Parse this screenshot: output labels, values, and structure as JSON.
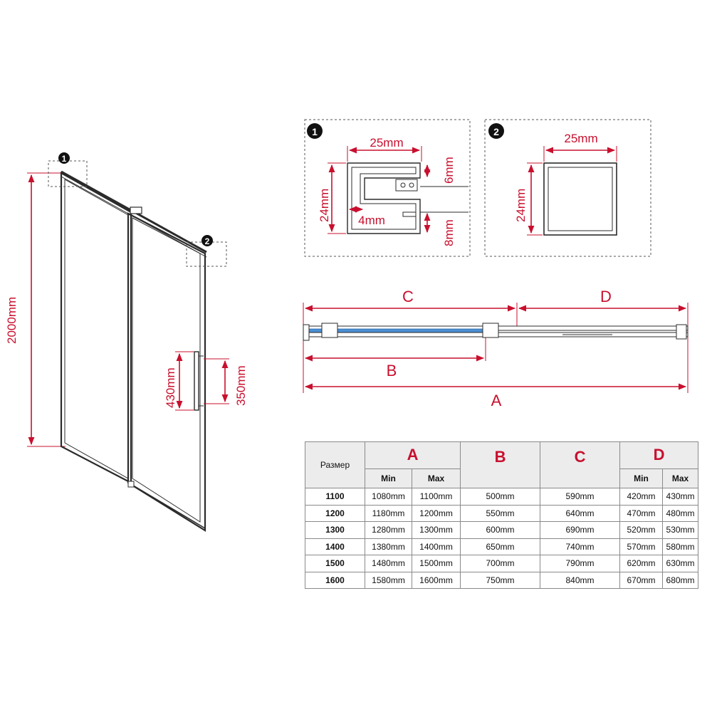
{
  "elevation": {
    "height_label": "2000mm",
    "handle_label": "430mm",
    "handle_spacing_label": "350mm",
    "callout_1": "1",
    "callout_2": "2"
  },
  "profile_1": {
    "badge": "1",
    "width_label": "25mm",
    "height_label": "24mm",
    "slot_label": "4mm",
    "top_gap_label": "6mm",
    "bottom_gap_label": "8mm"
  },
  "profile_2": {
    "badge": "2",
    "width_label": "25mm",
    "height_label": "24mm"
  },
  "plan": {
    "label_a": "A",
    "label_b": "B",
    "label_c": "C",
    "label_d": "D"
  },
  "table": {
    "size_header": "Размер",
    "col_a": "A",
    "col_b": "B",
    "col_c": "C",
    "col_d": "D",
    "min_label": "Min",
    "max_label": "Max",
    "rows": [
      {
        "size": "1100",
        "a_min": "1080mm",
        "a_max": "1100mm",
        "b": "500mm",
        "c": "590mm",
        "d_min": "420mm",
        "d_max": "430mm"
      },
      {
        "size": "1200",
        "a_min": "1180mm",
        "a_max": "1200mm",
        "b": "550mm",
        "c": "640mm",
        "d_min": "470mm",
        "d_max": "480mm"
      },
      {
        "size": "1300",
        "a_min": "1280mm",
        "a_max": "1300mm",
        "b": "600mm",
        "c": "690mm",
        "d_min": "520mm",
        "d_max": "530mm"
      },
      {
        "size": "1400",
        "a_min": "1380mm",
        "a_max": "1400mm",
        "b": "650mm",
        "c": "740mm",
        "d_min": "570mm",
        "d_max": "580mm"
      },
      {
        "size": "1500",
        "a_min": "1480mm",
        "a_max": "1500mm",
        "b": "700mm",
        "c": "790mm",
        "d_min": "620mm",
        "d_max": "630mm"
      },
      {
        "size": "1600",
        "a_min": "1580mm",
        "a_max": "1600mm",
        "b": "750mm",
        "c": "840mm",
        "d_min": "670mm",
        "d_max": "680mm"
      }
    ]
  }
}
